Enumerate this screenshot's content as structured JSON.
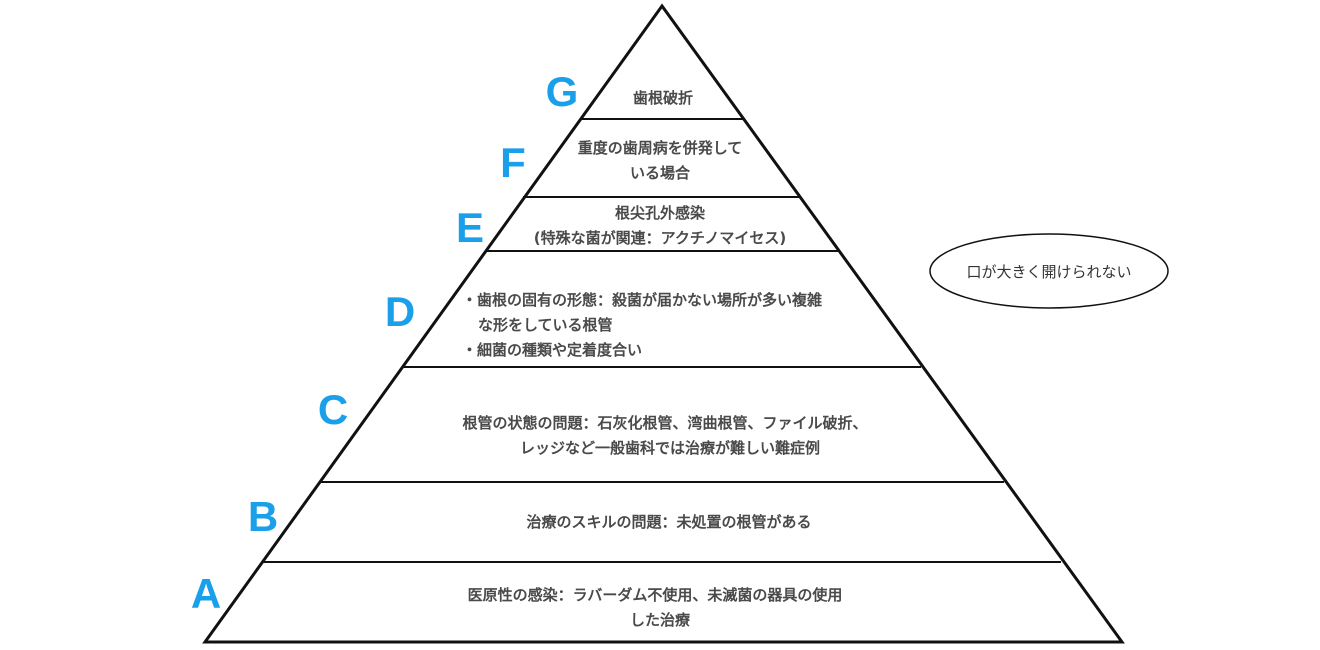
{
  "levels": [
    {
      "letter": "G",
      "lines": [
        "歯根破折"
      ]
    },
    {
      "letter": "F",
      "lines": [
        "重度の歯周病を併発して",
        "いる場合"
      ]
    },
    {
      "letter": "E",
      "lines": [
        "根尖孔外感染",
        "(特殊な菌が関連：アクチノマイセス)"
      ]
    },
    {
      "letter": "D",
      "lines": [
        "・歯根の固有の形態：殺菌が届かない場所が多い複雑",
        "な形をしている根管",
        "・細菌の種類や定着度合い"
      ]
    },
    {
      "letter": "C",
      "lines": [
        "根管の状態の問題：石灰化根管、湾曲根管、ファイル破折、",
        "レッジなど一般歯科では治療が難しい難症例"
      ]
    },
    {
      "letter": "B",
      "lines": [
        "治療のスキルの問題：未処置の根管がある"
      ]
    },
    {
      "letter": "A",
      "lines": [
        "医原性の感染：ラバーダム不使用、未滅菌の器具の使用",
        "した治療"
      ]
    }
  ],
  "note": "口が大きく開けられない",
  "colors": {
    "letters": "#1aa0ea",
    "lines": "#111111",
    "text": "#4a4a4a"
  }
}
